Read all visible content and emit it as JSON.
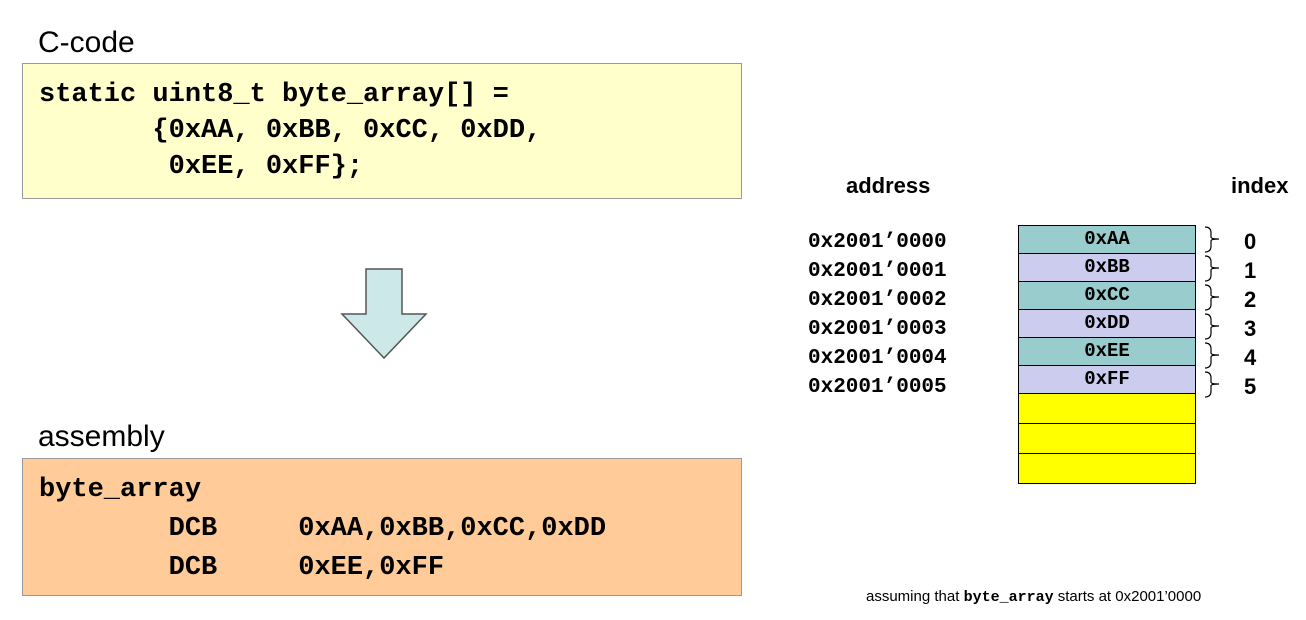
{
  "c_code": {
    "label": "C-code",
    "lines": [
      "static uint8_t byte_array[] =",
      "       {0xAA, 0xBB, 0xCC, 0xDD,",
      "        0xEE, 0xFF};"
    ]
  },
  "assembly": {
    "label": "assembly",
    "lines": [
      "byte_array",
      "        DCB     0xAA,0xBB,0xCC,0xDD",
      "        DCB     0xEE,0xFF"
    ]
  },
  "arrow_icon": "down-arrow-icon",
  "memory": {
    "address_header": "address",
    "index_header": "index",
    "rows": [
      {
        "address": "0x2001’0000",
        "value": "0xAA",
        "index": "0",
        "color": "#99cccc"
      },
      {
        "address": "0x2001’0001",
        "value": "0xBB",
        "index": "1",
        "color": "#ccccee"
      },
      {
        "address": "0x2001’0002",
        "value": "0xCC",
        "index": "2",
        "color": "#99cccc"
      },
      {
        "address": "0x2001’0003",
        "value": "0xDD",
        "index": "3",
        "color": "#ccccee"
      },
      {
        "address": "0x2001’0004",
        "value": "0xEE",
        "index": "4",
        "color": "#99cccc"
      },
      {
        "address": "0x2001’0005",
        "value": "0xFF",
        "index": "5",
        "color": "#ccccee"
      }
    ],
    "empty_cell_color": "#ffff00"
  },
  "footnote": {
    "prefix": "assuming that ",
    "code": "byte_array",
    "suffix": " starts at 0x2001’0000"
  }
}
